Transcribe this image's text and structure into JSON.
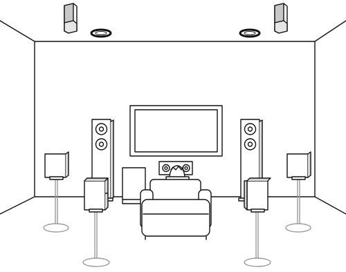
{
  "diagram": {
    "type": "home-theater-speaker-layout",
    "components": [
      {
        "id": "room",
        "icon": "room-outline-icon"
      },
      {
        "id": "tv",
        "icon": "television-icon"
      },
      {
        "id": "center-speaker",
        "icon": "center-speaker-icon"
      },
      {
        "id": "front-left-tower",
        "icon": "tower-speaker-icon"
      },
      {
        "id": "front-right-tower",
        "icon": "tower-speaker-icon"
      },
      {
        "id": "surround-left",
        "icon": "bookshelf-speaker-on-stand-icon"
      },
      {
        "id": "surround-right",
        "icon": "bookshelf-speaker-on-stand-icon"
      },
      {
        "id": "surround-back-left",
        "icon": "bookshelf-speaker-on-stand-icon"
      },
      {
        "id": "surround-back-right",
        "icon": "bookshelf-speaker-on-stand-icon"
      },
      {
        "id": "subwoofer",
        "icon": "subwoofer-icon"
      },
      {
        "id": "top-front-left",
        "icon": "ceiling-mounted-speaker-icon"
      },
      {
        "id": "top-front-right",
        "icon": "ceiling-mounted-speaker-icon"
      },
      {
        "id": "top-middle-left",
        "icon": "in-ceiling-speaker-icon"
      },
      {
        "id": "top-middle-right",
        "icon": "in-ceiling-speaker-icon"
      },
      {
        "id": "sofa",
        "icon": "sofa-icon"
      },
      {
        "id": "listener",
        "icon": "listener-head-icon"
      }
    ],
    "colors": {
      "line": "#111111",
      "stand": "#9a9a9a",
      "fill": "#ffffff",
      "shade": "#d8d8d8",
      "ceiling_gray": "#c8c8c8"
    }
  }
}
